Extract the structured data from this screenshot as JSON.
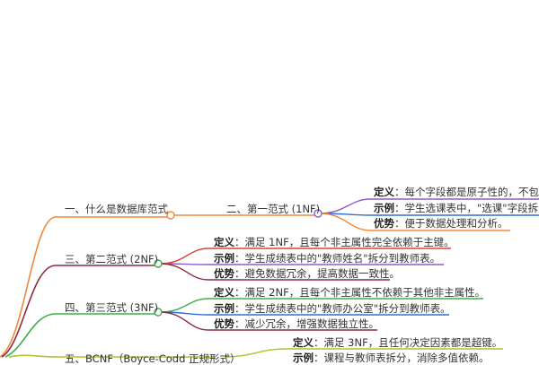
{
  "colors": {
    "orange": "#f0883a",
    "purple": "#8b5ec9",
    "blue": "#2f6fd6",
    "maroon": "#8f2a3c",
    "green": "#3bb04a",
    "olive": "#b7bf2a",
    "red": "#d9423b"
  },
  "topics": [
    {
      "label": "一、什么是数据库范式"
    },
    {
      "label": "二、第一范式 (1NF)"
    },
    {
      "label": "三、第二范式 (2NF)"
    },
    {
      "label": "四、第三范式 (3NF)"
    },
    {
      "label": "五、BCNF（Boyce-Codd 正规形式）"
    }
  ],
  "nf1": [
    {
      "key": "定义",
      "text": "：每个字段都是原子性的，不包含"
    },
    {
      "key": "示例",
      "text": "：学生选课表中，\"选课\"字段拆分"
    },
    {
      "key": "优势",
      "text": "：便于数据处理和分析。"
    }
  ],
  "nf2": [
    {
      "key": "定义",
      "text": "：满足 1NF，且每个非主属性完全依赖于主键。"
    },
    {
      "key": "示例",
      "text": "：学生成绩表中的\"教师姓名\"拆分到教师表。"
    },
    {
      "key": "优势",
      "text": "：避免数据冗余，提高数据一致性。"
    }
  ],
  "nf3": [
    {
      "key": "定义",
      "text": "：满足 2NF，且每个非主属性不依赖于其他非主属性。"
    },
    {
      "key": "示例",
      "text": "：学生成绩表中的\"教师办公室\"拆分到教师表。"
    },
    {
      "key": "优势",
      "text": "：减少冗余，增强数据独立性。"
    }
  ],
  "bcnf": [
    {
      "key": "定义",
      "text": "：满足 3NF，且任何决定因素都是超键。"
    },
    {
      "key": "示例",
      "text": "：课程与教师表拆分，消除多值依赖。"
    }
  ]
}
